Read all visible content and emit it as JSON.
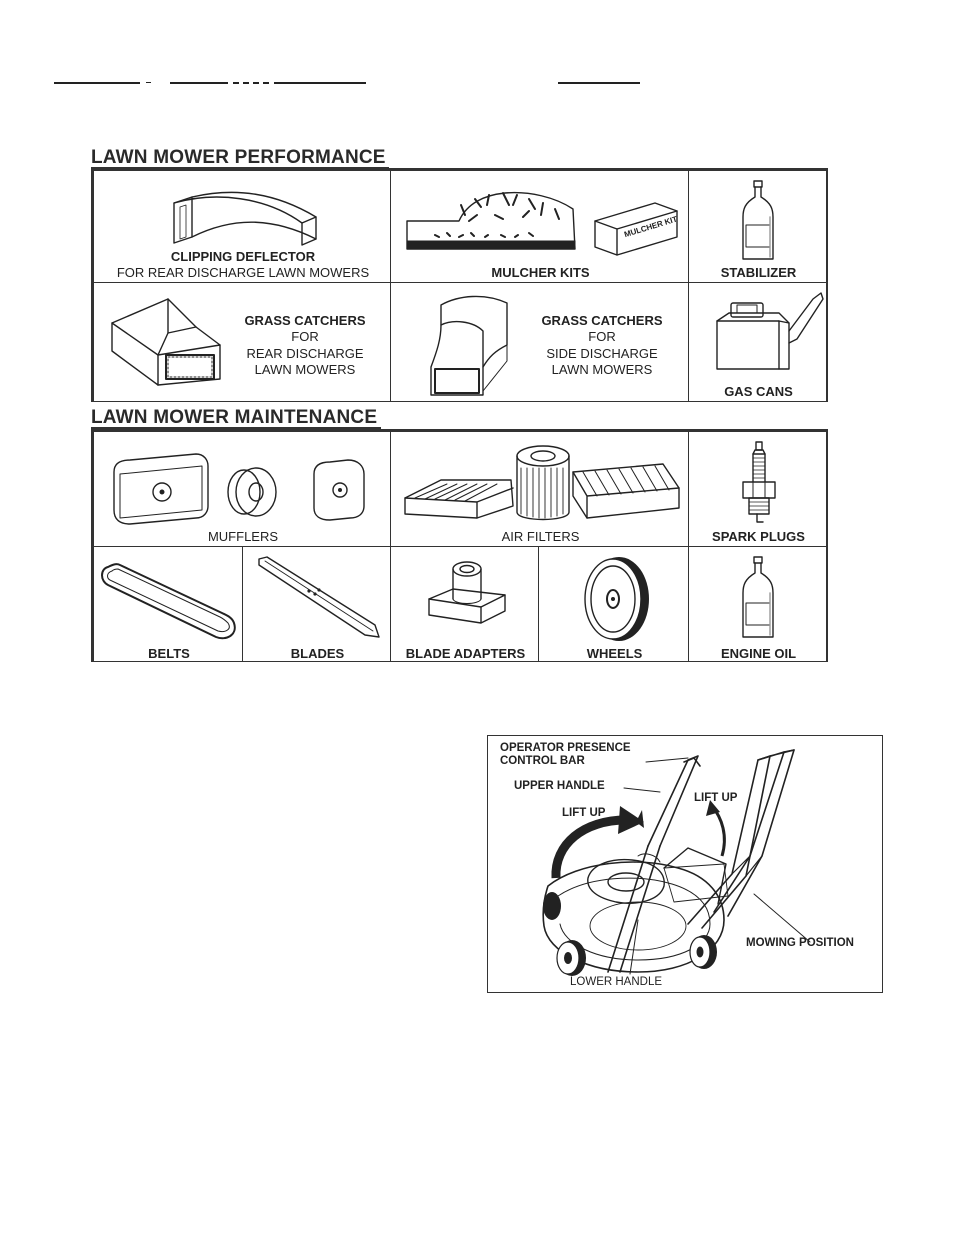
{
  "performance": {
    "title": "LAWN MOWER PERFORMANCE",
    "clipping_deflector": {
      "name": "CLIPPING DEFLECTOR",
      "note": "FOR REAR DISCHARGE LAWN MOWERS"
    },
    "mulcher_kits": {
      "name": "MULCHER KITS",
      "box_label": "MULCHER KIT"
    },
    "stabilizer": {
      "name": "STABILIZER"
    },
    "grass_catchers_rear": {
      "name": "GRASS CATCHERS",
      "line1": "FOR",
      "line2": "REAR DISCHARGE",
      "line3": "LAWN MOWERS"
    },
    "grass_catchers_side": {
      "name": "GRASS CATCHERS",
      "line1": "FOR",
      "line2": "SIDE DISCHARGE",
      "line3": "LAWN MOWERS"
    },
    "gas_cans": {
      "name": "GAS CANS"
    }
  },
  "maintenance": {
    "title": "LAWN MOWER MAINTENANCE",
    "mufflers": "MUFFLERS",
    "air_filters": "AIR FILTERS",
    "spark_plugs": "SPARK PLUGS",
    "belts": "BELTS",
    "blades": "BLADES",
    "blade_adapters": "BLADE ADAPTERS",
    "wheels": "WHEELS",
    "engine_oil": "ENGINE OIL"
  },
  "figure": {
    "operator_presence_1": "OPERATOR PRESENCE",
    "operator_presence_2": "CONTROL BAR",
    "upper_handle": "UPPER HANDLE",
    "lift_up_left": "LIFT UP",
    "lift_up_right": "LIFT UP",
    "mowing_position": "MOWING POSITION",
    "lower_handle": "LOWER HANDLE"
  }
}
